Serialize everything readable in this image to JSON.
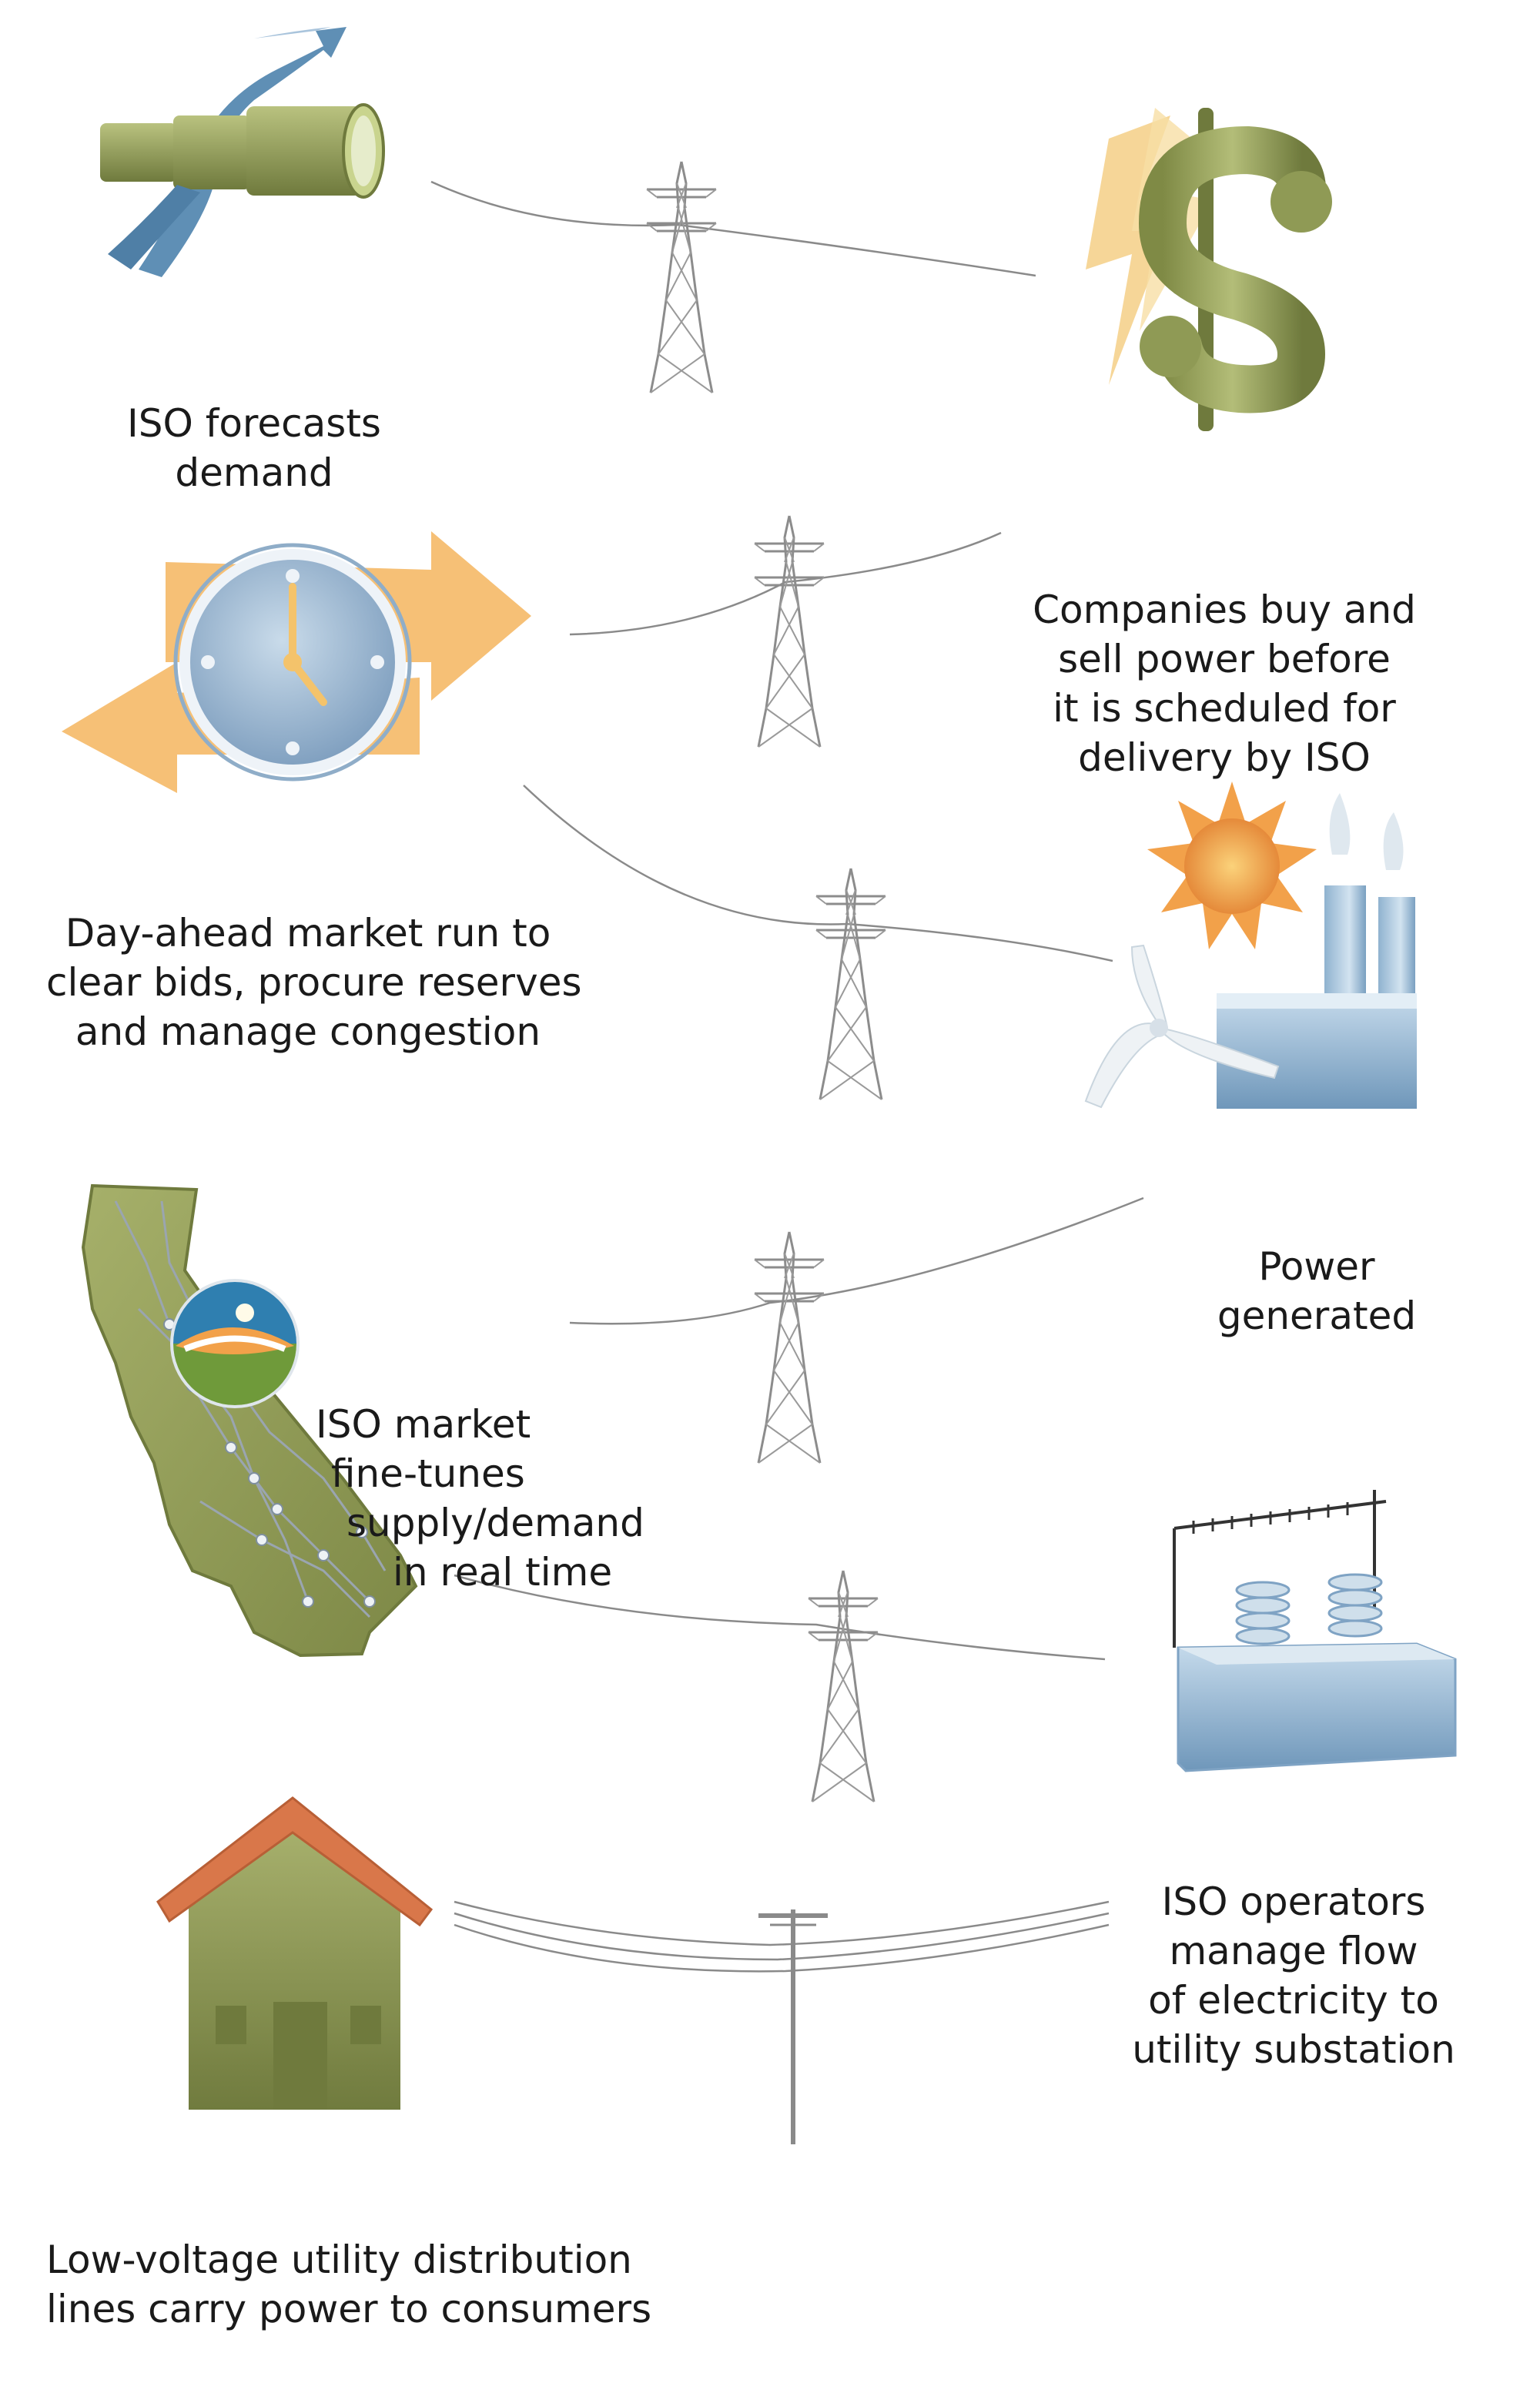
{
  "steps": [
    {
      "id": "forecast",
      "lines": [
        "ISO forecasts",
        "demand"
      ],
      "icon": "telescope-icon"
    },
    {
      "id": "trade",
      "lines": [
        "Companies buy and",
        "sell power before",
        "it is scheduled for",
        "delivery by ISO"
      ],
      "icon": "dollar-sign-icon"
    },
    {
      "id": "day-ahead",
      "lines": [
        "Day-ahead market run to",
        "clear bids, procure reserves",
        "and manage congestion"
      ],
      "icon": "clock-icon"
    },
    {
      "id": "generation",
      "lines": [
        "Power",
        "generated"
      ],
      "icon": "power-plant-icon"
    },
    {
      "id": "real-time",
      "lines": [
        "ISO market",
        "fine-tunes",
        "supply/demand",
        "in real time"
      ],
      "icon": "california-map-icon"
    },
    {
      "id": "substation",
      "lines": [
        "ISO operators",
        "manage flow",
        "of electricity to",
        "utility substation"
      ],
      "icon": "transformer-icon"
    },
    {
      "id": "distribution",
      "lines": [
        "Low-voltage utility distribution",
        "lines carry power to consumers"
      ],
      "icon": "house-icon"
    }
  ],
  "colors": {
    "olive": "#8f9a55",
    "olive_dark": "#6f7a3d",
    "orange": "#f2b45a",
    "blue": "#7fa3c4",
    "blue_dark": "#4f7fa6",
    "roof": "#d9774a",
    "line": "#8a8a8a"
  }
}
